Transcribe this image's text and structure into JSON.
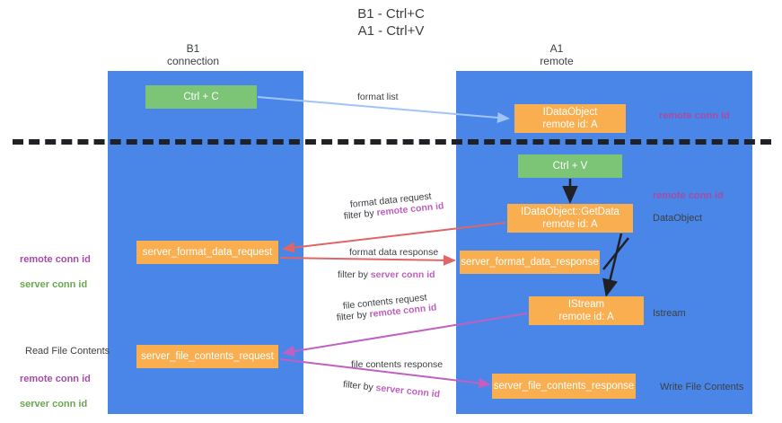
{
  "title": "B1 - Ctrl+C\nA1 - Ctrl+V",
  "columns": {
    "left": "B1\nconnection",
    "right": "A1\nremote"
  },
  "boxes": {
    "ctrl_c": "Ctrl + C",
    "idataobject": "IDataObject\nremote id: A",
    "ctrl_v": "Ctrl + V",
    "getdata": "IDataObject::GetData\nremote id: A",
    "server_format_data_request": "server_format_data_request",
    "server_format_data_response": "server_format_data_response",
    "istream": "IStream\nremote id: A",
    "server_file_contents_request": "server_file_contents_request",
    "server_file_contents_response": "server_file_contents_response"
  },
  "annotations": {
    "remote_conn_id": "remote conn id",
    "server_conn_id": "server conn id",
    "dataobject": "DataObject",
    "istream": "Istream",
    "write_file_contents": "Write File Contents",
    "read_file_contents": "Read File Contents"
  },
  "arrow_labels": {
    "format_list": "format list",
    "format_data_request": "format data request",
    "filter_by": "filter by ",
    "filter_remote": "remote conn id",
    "filter_server": "server conn id",
    "format_data_response": "format data response",
    "file_contents_request": "file contents request",
    "file_contents_response": "file contents response"
  },
  "colors": {
    "lane": "#4a86e8",
    "green_box": "#7cc576",
    "orange_box": "#f9ae50",
    "purple_text": "#a64ca6",
    "green_text": "#6aa84f",
    "arrow_blue": "#9fc5f8",
    "arrow_red": "#e06666",
    "arrow_magenta": "#c060c0",
    "arrow_black": "#202124"
  }
}
